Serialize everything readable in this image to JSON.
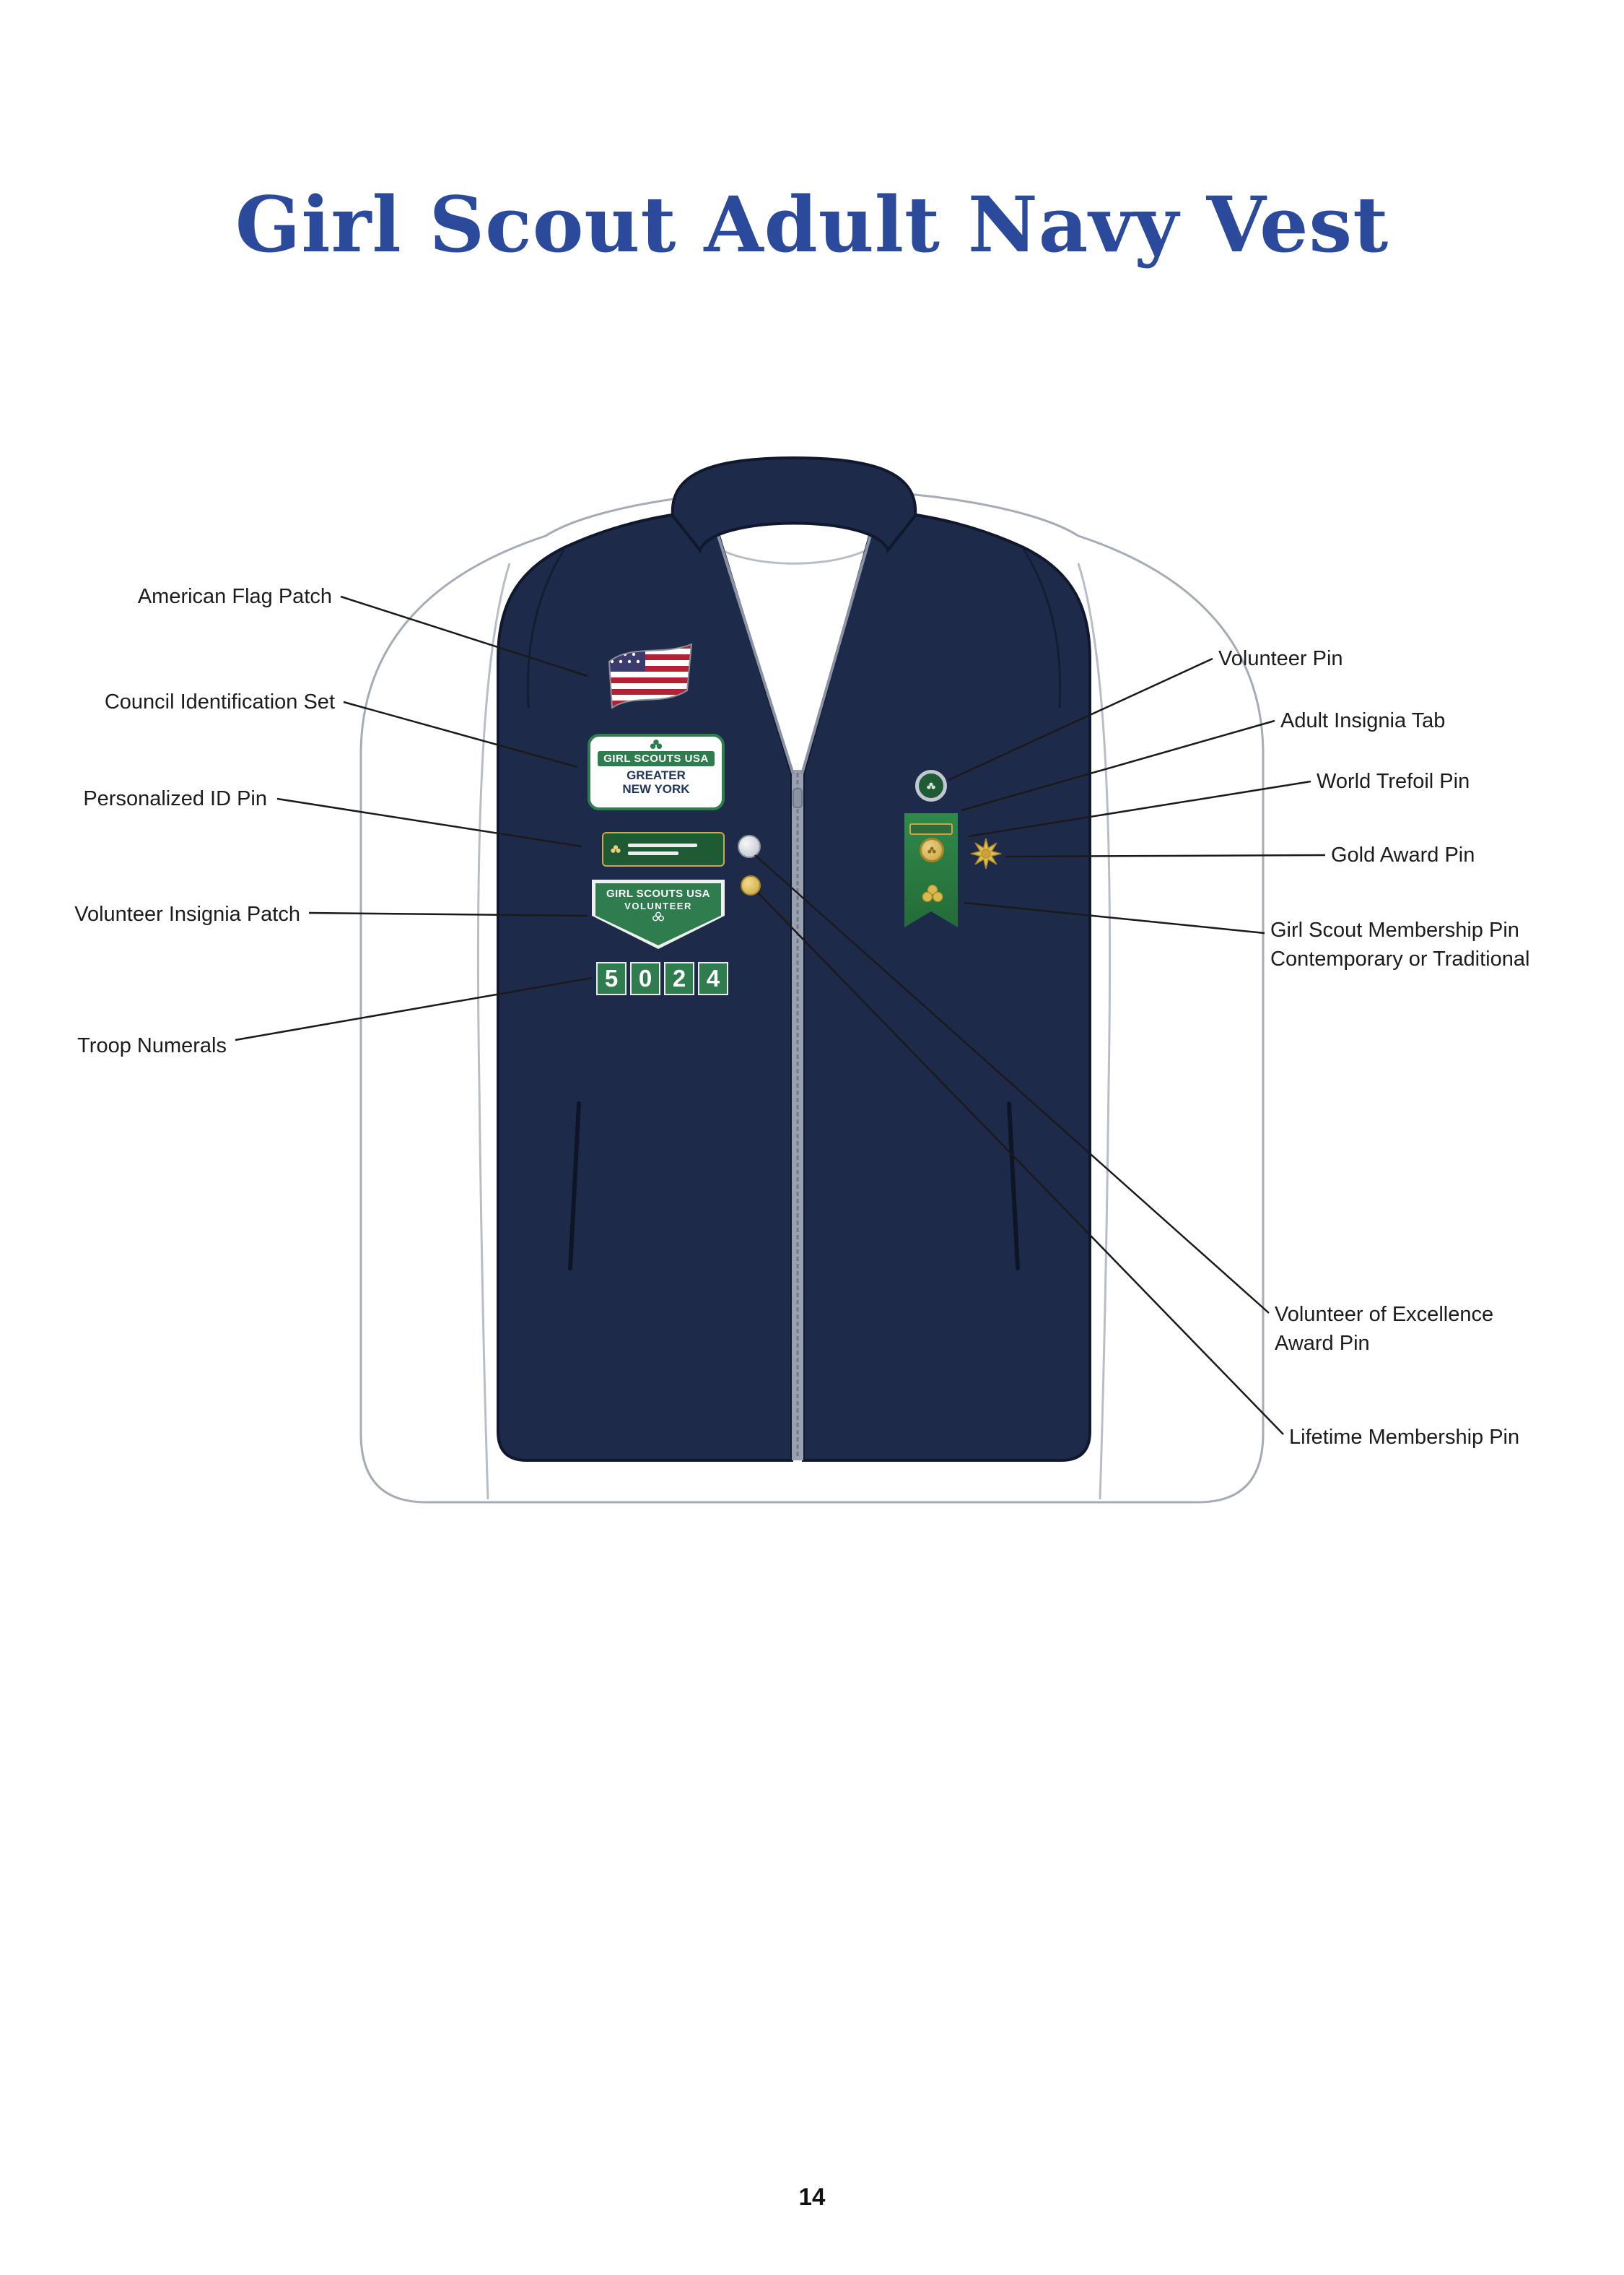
{
  "page": {
    "title": "Girl Scout Adult Navy Vest",
    "page_number": "14"
  },
  "colors": {
    "title_blue": "#2b4a9b",
    "vest_navy": "#1d2a4a",
    "patch_green": "#2f7d4f",
    "gold": "#c9a23c",
    "silver": "#b9bec6"
  },
  "left_labels": [
    {
      "text": "American Flag Patch"
    },
    {
      "text": "Council Identification Set"
    },
    {
      "text": "Personalized ID Pin"
    },
    {
      "text": "Volunteer Insignia Patch"
    },
    {
      "text": "Troop Numerals"
    }
  ],
  "right_labels": [
    {
      "text": "Volunteer Pin"
    },
    {
      "text": "Adult Insignia Tab"
    },
    {
      "text": "World Trefoil Pin"
    },
    {
      "text": "Gold Award Pin"
    },
    {
      "text": "Girl Scout Membership Pin",
      "text2": "Contemporary or Traditional"
    },
    {
      "text": "Volunteer of Excellence",
      "text2": "Award Pin"
    },
    {
      "text": "Lifetime Membership Pin"
    }
  ],
  "patches": {
    "council": {
      "org": "GIRL SCOUTS USA",
      "line1": "GREATER",
      "line2": "NEW YORK"
    },
    "volunteer": {
      "org": "GIRL SCOUTS USA",
      "role": "VOLUNTEER"
    },
    "troop_numerals": {
      "digits": [
        "5",
        "0",
        "2",
        "4"
      ]
    }
  }
}
